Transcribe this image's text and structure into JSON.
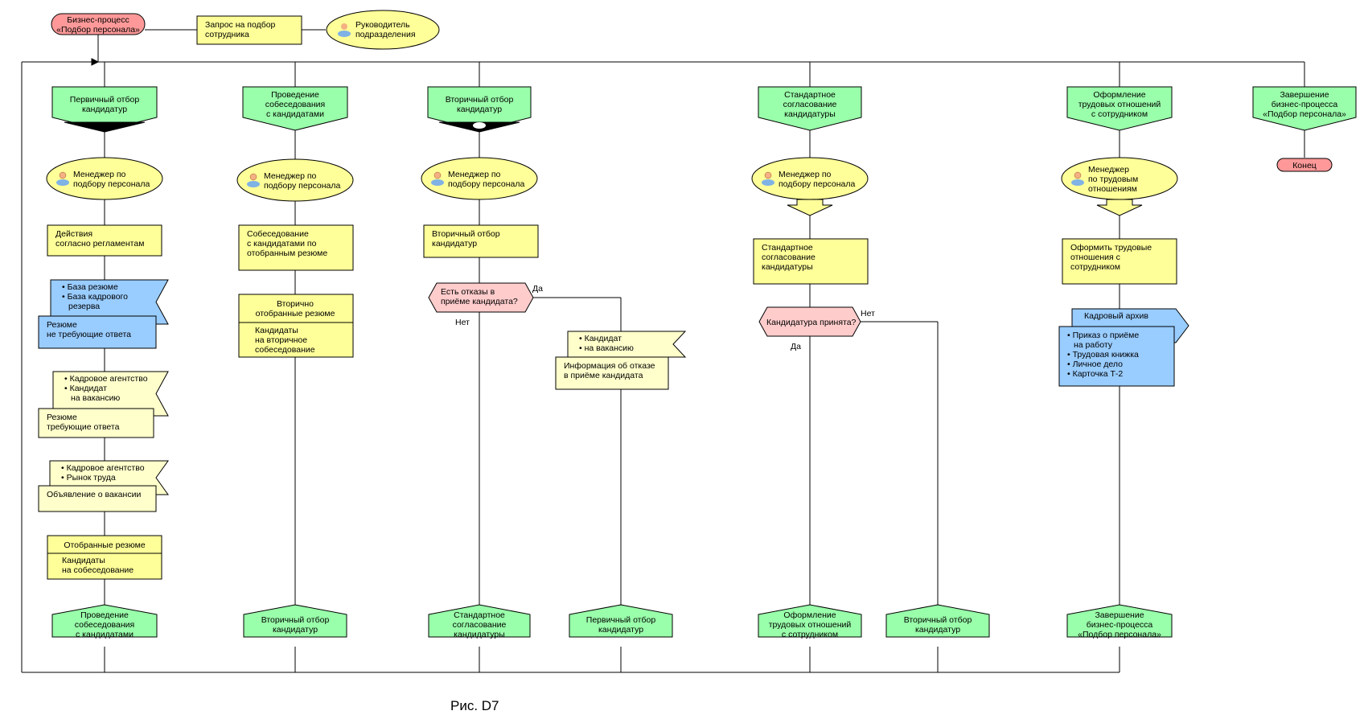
{
  "process": {
    "start": [
      "Бизнес-процесс",
      "«Подбор персонала»"
    ],
    "request": [
      "Запрос на подбор",
      "сотрудника"
    ],
    "head": [
      "Руководитель",
      "подразделения"
    ]
  },
  "columns": [
    {
      "function": [
        "Первичный отбор",
        "кандидатур"
      ],
      "role": [
        "Менеджер по",
        "подбору персонала"
      ],
      "action": [
        "Действия",
        "согласно регламентам"
      ],
      "doc1": {
        "list": [
          "База резюме",
          "База кадрового",
          "резерва"
        ],
        "body": [
          "Резюме",
          "не требующие ответа"
        ]
      },
      "doc2": {
        "list": [
          "Кадровое агентство",
          "Кандидат",
          "на вакансию"
        ],
        "body": [
          "Резюме",
          "требующие ответа"
        ]
      },
      "doc3": {
        "list": [
          "Кадровое агентство",
          "Рынок труда"
        ],
        "body": [
          "Объявление о вакансии"
        ]
      },
      "out": {
        "head": [
          "Отобранные резюме"
        ],
        "body": [
          "Кандидаты",
          "на собеседование"
        ]
      },
      "next": [
        "Проведение",
        "собеседования",
        "с кандидатами"
      ]
    },
    {
      "function": [
        "Проведение",
        "собеседования",
        "с кандидатами"
      ],
      "role": [
        "Менеджер по",
        "подбору персонала"
      ],
      "action": [
        "Собеседование",
        "с кандидатами по",
        "отобранным резюме"
      ],
      "out": {
        "head": [
          "Вторично",
          "отобранные резюме"
        ],
        "body": [
          "Кандидаты",
          "на вторичное",
          "собеседование"
        ]
      },
      "next": [
        "Вторичный отбор",
        "кандидатур"
      ]
    },
    {
      "function": [
        "Вторичный отбор",
        "кандидатур"
      ],
      "role": [
        "Менеджер по",
        "подбору персонала"
      ],
      "action": [
        "Вторичный отбор",
        "кандидатур"
      ],
      "decision": [
        "Есть отказы в",
        "приёме кандидата?"
      ],
      "yes": "Да",
      "no": "Нет",
      "doc": {
        "list": [
          "Кандидат",
          "на вакансию"
        ],
        "body": [
          "Информация об отказе",
          "в приёме кандидата"
        ]
      },
      "next_no": [
        "Стандартное",
        "согласование",
        "кандидатуры"
      ],
      "next_yes": [
        "Первичный отбор",
        "кандидатур"
      ]
    },
    {
      "function": [
        "Стандартное",
        "согласование",
        "кандидатуры"
      ],
      "role": [
        "Менеджер по",
        "подбору персонала"
      ],
      "action": [
        "Стандартное",
        "согласование",
        "кандидатуры"
      ],
      "decision": [
        "Кандидатура принята?"
      ],
      "yes": "Да",
      "no": "Нет",
      "next_yes": [
        "Оформление",
        "трудовых отношений",
        "с сотрудником"
      ],
      "next_no": [
        "Вторичный отбор",
        "кандидатур"
      ]
    },
    {
      "function": [
        "Оформление",
        "трудовых отношений",
        "с сотрудником"
      ],
      "role": [
        "Менеджер",
        "по трудовым",
        "отношениям"
      ],
      "action": [
        "Оформить трудовые",
        "отношения с",
        "сотрудником"
      ],
      "archive": {
        "head": [
          "Кадровый архив"
        ],
        "list": [
          "Приказ о приёме",
          "на работу",
          "Трудовая книжка",
          "Личное дело",
          "Карточка Т-2"
        ]
      },
      "next": [
        "Завершение",
        "бизнес-процесса",
        "«Подбор персонала»"
      ]
    },
    {
      "function": [
        "Завершение",
        "бизнес-процесса",
        "«Подбор персонала»"
      ],
      "end": "Конец"
    }
  ],
  "caption": "Рис. D7",
  "colors": {
    "func": "#99ffaa",
    "event": "#ff9999",
    "doc_yellow": "#ffff99",
    "doc_light": "#ffffcc",
    "doc_blue": "#99ccff",
    "role": "#ffff99",
    "decision": "#ffcccc",
    "line": "#000000"
  }
}
